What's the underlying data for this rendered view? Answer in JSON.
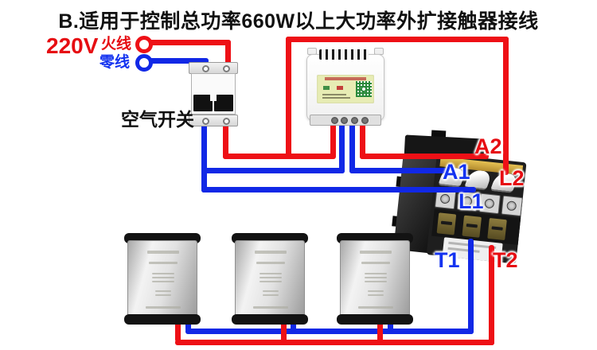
{
  "title": "B.适用于控制总功率660W以上大功率外扩接触器接线",
  "supply": {
    "voltage": "220V",
    "live_label": "火线",
    "neutral_label": "零线"
  },
  "breaker": {
    "label": "空气开关"
  },
  "contactor": {
    "terminal_a2": "A2",
    "terminal_a1": "A1",
    "terminal_l2": "L2",
    "terminal_l1": "L1",
    "terminal_t1": "T1",
    "terminal_t2": "T2"
  },
  "icons": {
    "qr_code": "qr-code-icon",
    "live_terminal": "live-terminal-ring",
    "neutral_terminal": "neutral-terminal-ring"
  },
  "colors": {
    "live_wire": "#ee1016",
    "neutral_wire": "#1128e6",
    "red_label": "#e60d12",
    "blue_label": "#1433f0",
    "controller_label_bg": "#e7ecb4",
    "qr_green": "#2c8a3c",
    "contactor_body": "#1e1e1e",
    "load_box_silver": "#d9d9d9"
  }
}
